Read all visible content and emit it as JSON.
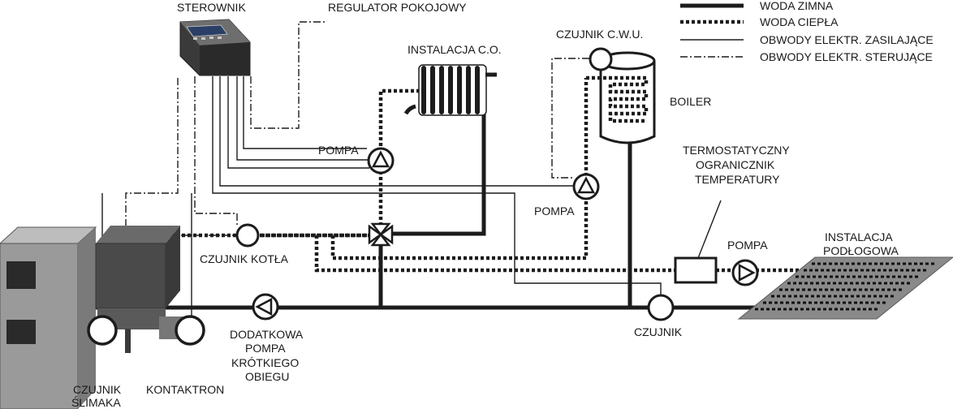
{
  "labels": {
    "sterownik": "STEROWNIK",
    "regulator": "REGULATOR POKOJOWY",
    "instalacja_co": "INSTALACJA C.O.",
    "czujnik_cwu": "CZUJNIK C.W.U.",
    "boiler": "BOILER",
    "pompa_co": "POMPA",
    "pompa_cwu": "POMPA",
    "pompa_podlogowa": "POMPA",
    "termostat_1": "TERMOSTATYCZNY",
    "termostat_2": "OGRANICZNIK",
    "termostat_3": "TEMPERATURY",
    "podlogowa_1": "INSTALACJA",
    "podlogowa_2": "PODŁOGOWA",
    "czujnik_kotla": "CZUJNIK KOTŁA",
    "czujnik": "CZUJNIK",
    "dodatkowa_1": "DODATKOWA",
    "dodatkowa_2": "POMPA",
    "dodatkowa_3": "KRÓTKIEGO",
    "dodatkowa_4": "OBIEGU",
    "slimak_1": "CZUJNIK",
    "slimak_2": "ŚLIMAKA",
    "kontaktron": "KONTAKTRON"
  },
  "legend": {
    "items": [
      {
        "label": "WODA ZIMNA",
        "style": "cold"
      },
      {
        "label": "WODA CIEPŁA",
        "style": "warm"
      },
      {
        "label": "OBWODY ELEKTR. ZASILAJĄCE",
        "style": "power"
      },
      {
        "label": "OBWODY ELEKTR. STERUJĄCE",
        "style": "ctrl"
      }
    ]
  },
  "colors": {
    "line": "#1c1c1c",
    "boiler_front": "#9a9a9a",
    "boiler_dark": "#4a4a4a",
    "controller_body": "#3a3a3a",
    "controller_screen": "#2b3f66"
  }
}
